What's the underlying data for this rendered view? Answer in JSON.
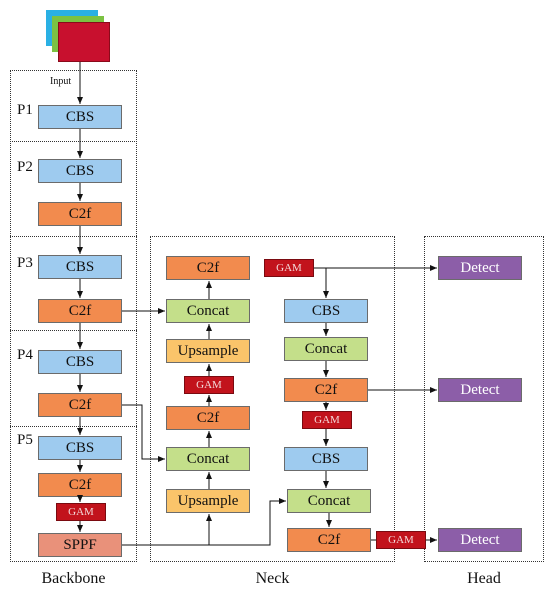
{
  "input_label": "Input",
  "stages": {
    "p1": "P1",
    "p2": "P2",
    "p3": "P3",
    "p4": "P4",
    "p5": "P5"
  },
  "sections": {
    "backbone": "Backbone",
    "neck": "Neck",
    "head": "Head"
  },
  "blocks": {
    "cbs": "CBS",
    "c2f": "C2f",
    "gam": "GAM",
    "sppf": "SPPF",
    "concat": "Concat",
    "upsample": "Upsample",
    "detect": "Detect"
  },
  "colors": {
    "cbs": "#9ecbef",
    "c2f": "#f28b4e",
    "concat": "#c4df8a",
    "upsample": "#fac46a",
    "sppf": "#e9917a",
    "gam": "#c2131c",
    "detect": "#8c5ea8",
    "image_red": "#c8102e",
    "image_green": "#7cc242",
    "image_blue": "#2ab0e4"
  }
}
